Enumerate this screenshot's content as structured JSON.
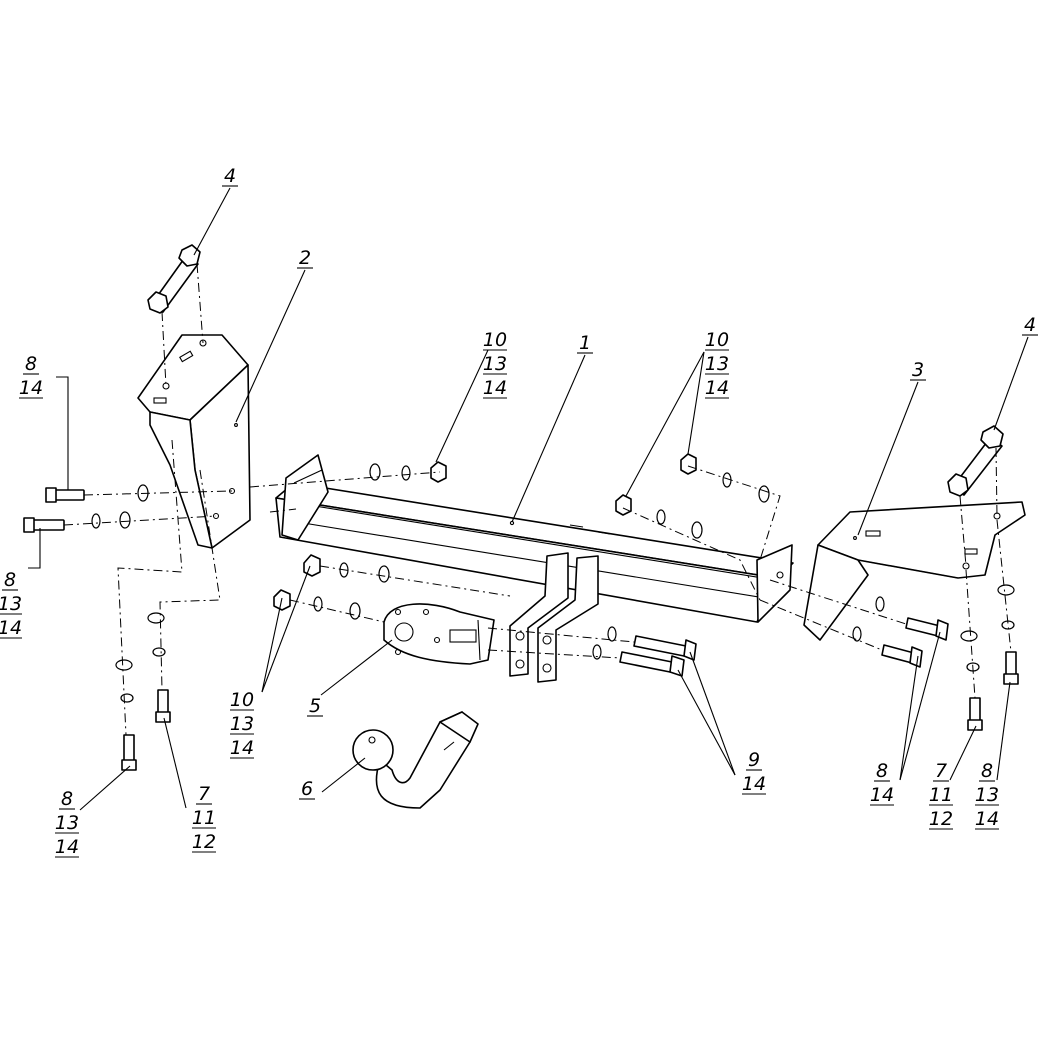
{
  "diagram": {
    "callouts": [
      {
        "id": "c4a",
        "lines": [
          "4"
        ]
      },
      {
        "id": "c2",
        "lines": [
          "2"
        ]
      },
      {
        "id": "c8a",
        "lines": [
          "8",
          "14"
        ]
      },
      {
        "id": "c8b",
        "lines": [
          "8",
          "13",
          "14"
        ]
      },
      {
        "id": "c10a",
        "lines": [
          "10",
          "13",
          "14"
        ]
      },
      {
        "id": "c1",
        "lines": [
          "1"
        ]
      },
      {
        "id": "c10b",
        "lines": [
          "10",
          "13",
          "14"
        ]
      },
      {
        "id": "c4b",
        "lines": [
          "4"
        ]
      },
      {
        "id": "c3",
        "lines": [
          "3"
        ]
      },
      {
        "id": "c10c",
        "lines": [
          "10",
          "13",
          "14"
        ]
      },
      {
        "id": "c5",
        "lines": [
          "5"
        ]
      },
      {
        "id": "c6",
        "lines": [
          "6"
        ]
      },
      {
        "id": "c8c",
        "lines": [
          "8",
          "13",
          "14"
        ]
      },
      {
        "id": "c7a",
        "lines": [
          "7",
          "11",
          "12"
        ]
      },
      {
        "id": "c9",
        "lines": [
          "9",
          "14"
        ]
      },
      {
        "id": "c8d",
        "lines": [
          "8",
          "14"
        ]
      },
      {
        "id": "c7b",
        "lines": [
          "7",
          "11",
          "12"
        ]
      },
      {
        "id": "c8e",
        "lines": [
          "8",
          "13",
          "14"
        ]
      }
    ],
    "parts": [
      "cross-beam",
      "left-bracket",
      "right-bracket",
      "left-strap",
      "right-strap",
      "ball-mount-plate",
      "tow-ball",
      "center-brackets",
      "bolts",
      "washers",
      "nuts"
    ]
  }
}
